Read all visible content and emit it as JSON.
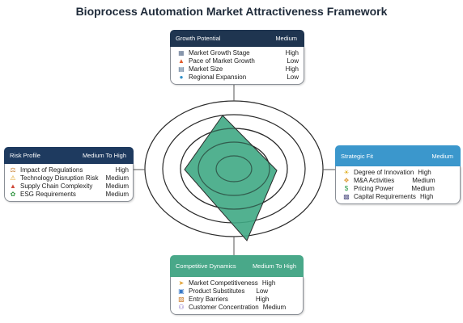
{
  "title": "Bioprocess Automation Market Attractiveness Framework",
  "colors": {
    "growth_header": "#1f3550",
    "risk_header": "#1e3a5f",
    "strategic_header": "#3b97cc",
    "competitive_header": "#49a889",
    "radar_fill": "#3fa884"
  },
  "cards": {
    "growth": {
      "title": "Growth Potential",
      "rating": "Medium",
      "items": [
        {
          "icon": "chart-icon",
          "label": "Market Growth Stage",
          "value": "High"
        },
        {
          "icon": "flame-icon",
          "label": "Pace of Market Growth",
          "value": "Low"
        },
        {
          "icon": "document-icon",
          "label": "Market Size",
          "value": "High"
        },
        {
          "icon": "globe-icon",
          "label": "Regional Expansion",
          "value": "Low"
        }
      ]
    },
    "risk": {
      "title": "Risk Profile",
      "rating": "Medium To High",
      "items": [
        {
          "icon": "scale-icon",
          "label": "Impact of Regulations",
          "value": "High"
        },
        {
          "icon": "warning-icon",
          "label": "Technology Disruption Risk",
          "value": "Medium"
        },
        {
          "icon": "supply-chain-icon",
          "label": "Supply Chain Complexity",
          "value": "Medium"
        },
        {
          "icon": "leaf-icon",
          "label": "ESG Requirements",
          "value": "Medium"
        }
      ]
    },
    "strategic": {
      "title": "Strategic Fit",
      "rating": "Medium",
      "items": [
        {
          "icon": "lightbulb-icon",
          "label": "Degree of Innovation",
          "value": "High"
        },
        {
          "icon": "handshake-icon",
          "label": "M&A Activities",
          "value": "Medium"
        },
        {
          "icon": "dollar-icon",
          "label": "Pricing Power",
          "value": "Medium"
        },
        {
          "icon": "building-icon",
          "label": "Capital Requirements",
          "value": "High"
        }
      ]
    },
    "competitive": {
      "title": "Competitive Dynamics",
      "rating": "Medium To High",
      "items": [
        {
          "icon": "tag-icon",
          "label": "Market Competitiveness",
          "value": "High"
        },
        {
          "icon": "cube-icon",
          "label": "Product Substitutes",
          "value": "Low"
        },
        {
          "icon": "lock-icon",
          "label": "Entry Barriers",
          "value": "High"
        },
        {
          "icon": "users-icon",
          "label": "Customer Concentration",
          "value": "Medium"
        }
      ]
    }
  }
}
